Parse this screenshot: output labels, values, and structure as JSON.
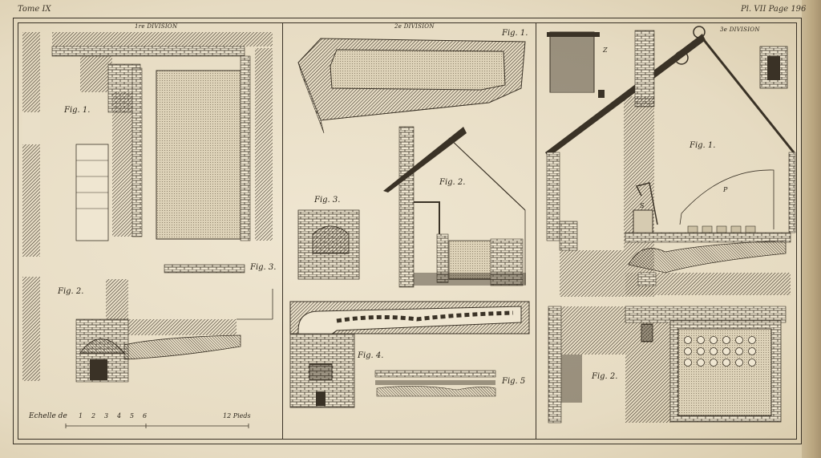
{
  "header": {
    "left": "Tome IX",
    "right": "Pl. VII Page 196"
  },
  "divisions": {
    "first": "1re DIVISION",
    "second": "2e DIVISION",
    "third": "3e DIVISION"
  },
  "figures": {
    "d1_fig1": "Fig. 1.",
    "d1_fig2": "Fig. 2.",
    "d1_fig3": "Fig. 3.",
    "d2_fig1": "Fig. 1.",
    "d2_fig2": "Fig. 2.",
    "d2_fig3": "Fig. 3.",
    "d2_fig4": "Fig. 4.",
    "d2_fig5": "Fig. 5",
    "d3_fig1": "Fig. 1.",
    "d3_fig2": "Fig. 2."
  },
  "letters": {
    "z": "Z",
    "p": "P",
    "s": "S"
  },
  "scale": {
    "label": "Echelle de",
    "ticks": [
      "1",
      "2",
      "3",
      "4",
      "5",
      "6"
    ],
    "end": "12 Pieds"
  },
  "colors": {
    "ink": "#2a241a",
    "paper": "#e9dfc8",
    "hatch": "#3a3226"
  }
}
